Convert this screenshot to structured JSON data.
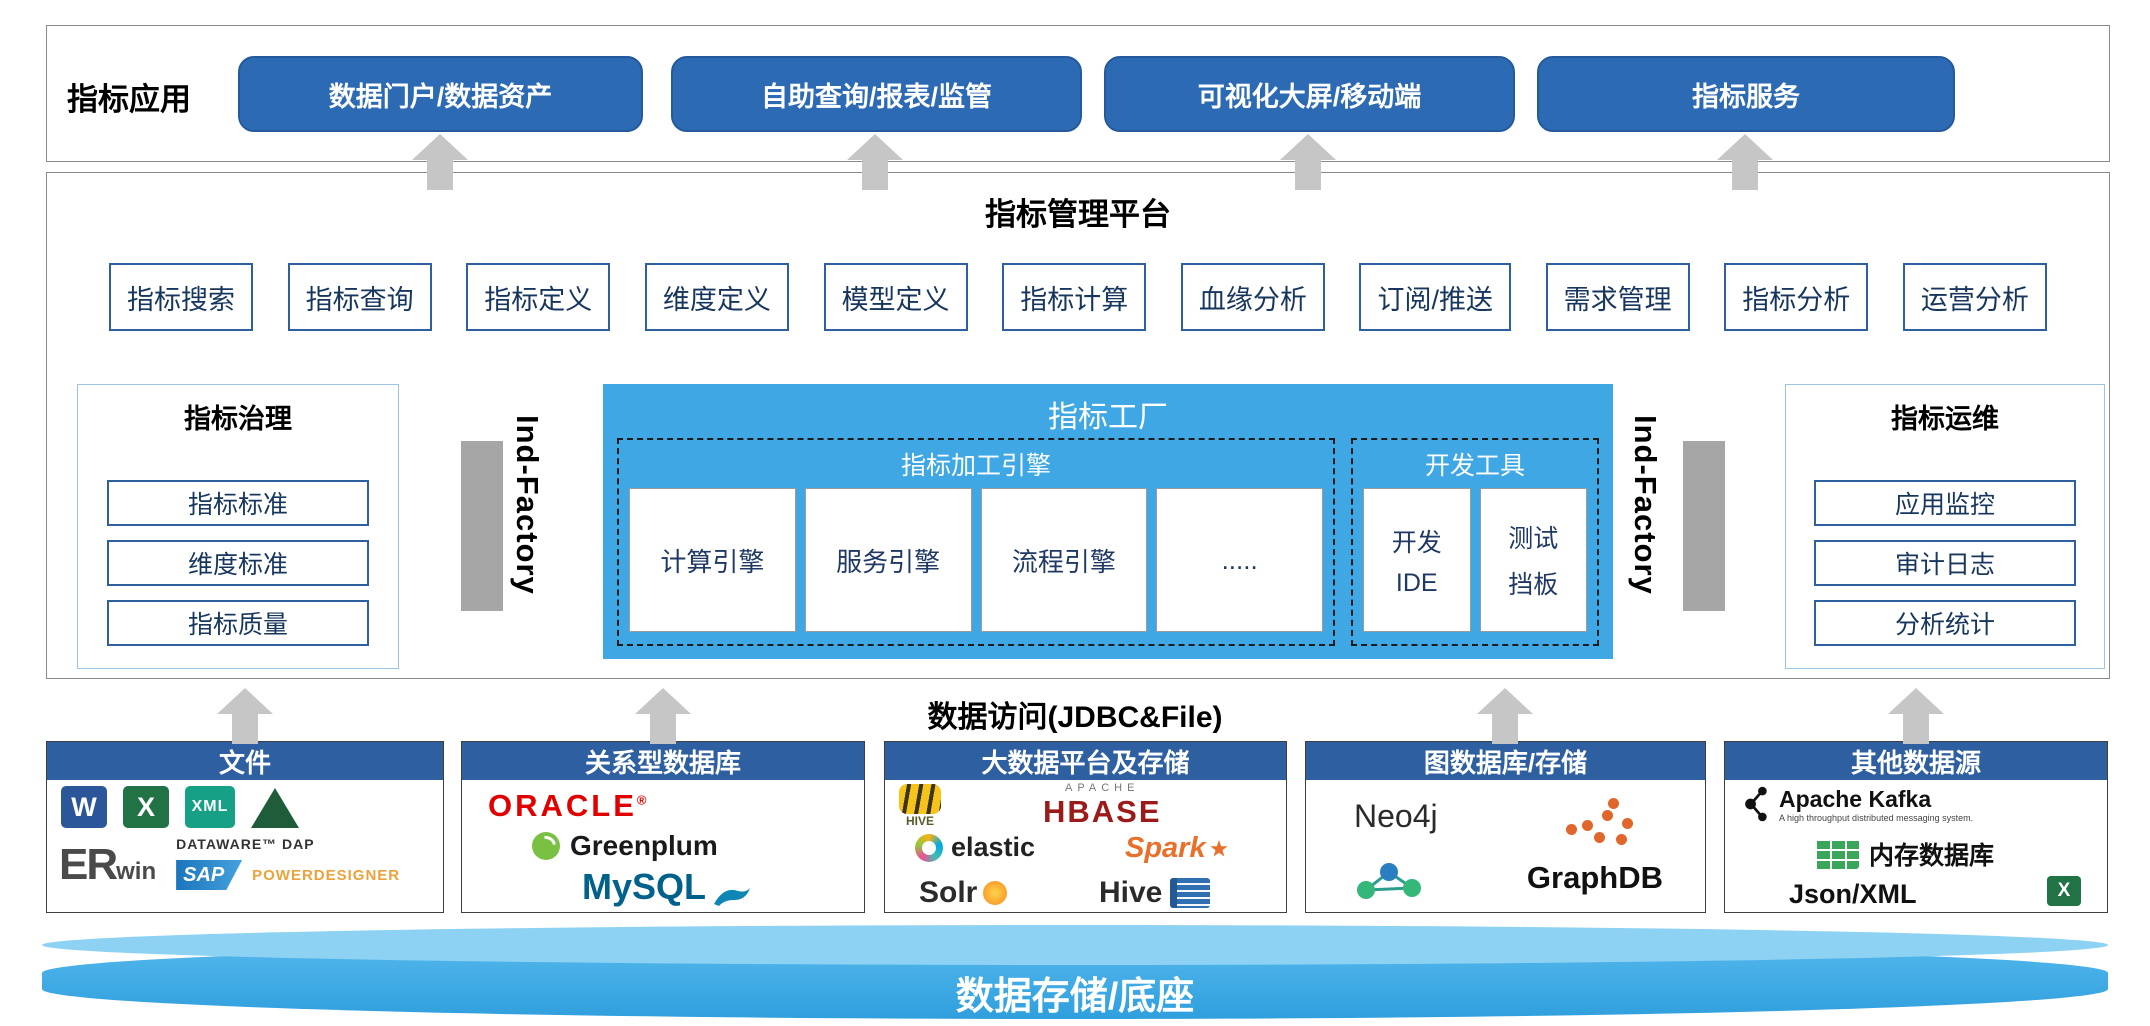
{
  "app_layer": {
    "label": "指标应用",
    "buttons": [
      "数据门户/数据资产",
      "自助查询/报表/监管",
      "可视化大屏/移动端",
      "指标服务"
    ]
  },
  "platform": {
    "title": "指标管理平台",
    "capabilities": [
      "指标搜索",
      "指标查询",
      "指标定义",
      "维度定义",
      "模型定义",
      "指标计算",
      "血缘分析",
      "订阅/推送",
      "需求管理",
      "指标分析",
      "运营分析"
    ],
    "governance": {
      "title": "指标治理",
      "items": [
        "指标标准",
        "维度标准",
        "指标质量"
      ]
    },
    "bridge_left": "Ind-Factory",
    "bridge_right": "Ind-Factory",
    "factory": {
      "title": "指标工厂",
      "engines": {
        "title": "指标加工引擎",
        "items": [
          "计算引擎",
          "服务引擎",
          "流程引擎",
          "....."
        ]
      },
      "devtools": {
        "title": "开发工具",
        "items": [
          {
            "l1": "开发",
            "l2": "IDE"
          },
          {
            "l1": "测试",
            "l2": "挡板"
          }
        ]
      }
    },
    "ops": {
      "title": "指标运维",
      "items": [
        "应用监控",
        "审计日志",
        "分析统计"
      ]
    }
  },
  "data_access": {
    "label": "数据访问(JDBC&File)"
  },
  "datasources": {
    "files": {
      "title": "文件",
      "word": "W",
      "excel": "X",
      "xml": "XML",
      "erwin_big": "ER",
      "erwin_small": "win",
      "dataware": "DATAWARE™ DAP",
      "sap": "SAP",
      "powerdesigner": "POWERDESIGNER"
    },
    "relational": {
      "title": "关系型数据库",
      "oracle": "ORACLE",
      "oracle_reg": "®",
      "greenplum": "Greenplum",
      "mysql": "MySQL"
    },
    "bigdata": {
      "title": "大数据平台及存储",
      "hive_label": "HIVE",
      "apache": "APACHE",
      "hbase": "HBASE",
      "elastic": "elastic",
      "spark": "Spark",
      "solr": "Solr",
      "hive2": "Hive"
    },
    "graph": {
      "title": "图数据库/存储",
      "neo4j": "Neo4j",
      "graphdb": "GraphDB"
    },
    "other": {
      "title": "其他数据源",
      "kafka": "Apache Kafka",
      "kafka_tagline": "A high throughput distributed messaging system.",
      "memory": "内存数据库",
      "jsonxml": "Json/XML",
      "excel": "X"
    }
  },
  "storage": {
    "label": "数据存储/底座"
  },
  "colors": {
    "app_button_blue": "#2d6ab4",
    "factory_blue": "#3fa8e4",
    "ds_header_blue": "#2e5fa0",
    "outline_blue": "#2e5f9e",
    "arrow_gray": "#c6c6c6",
    "bridge_gray": "#a6a6a6",
    "cylinder_blue": "#3da8e8"
  }
}
